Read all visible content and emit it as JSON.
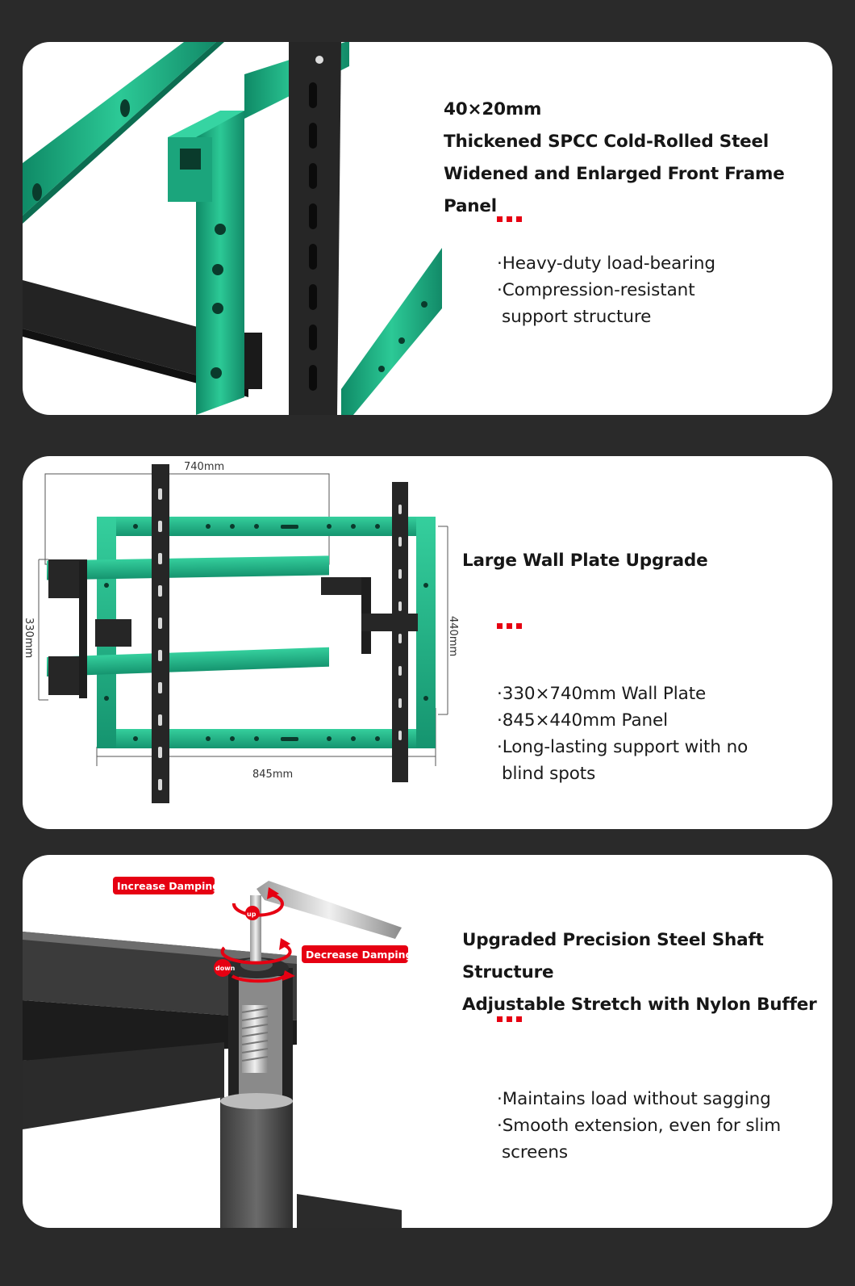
{
  "card1": {
    "heading": [
      "40×20mm",
      "Thickened SPCC Cold-Rolled Steel",
      "Widened and Enlarged Front Frame Panel"
    ],
    "bullets": [
      "·Heavy-duty load-bearing",
      "·Compression-resistant",
      "support structure"
    ]
  },
  "card2": {
    "heading": [
      "Large Wall Plate Upgrade"
    ],
    "dims": {
      "top": "740mm",
      "bottom": "845mm",
      "left": "330mm",
      "right": "440mm"
    },
    "bullets": [
      "·330×740mm Wall Plate",
      "·845×440mm Panel",
      "·Long-lasting support with no",
      "blind spots"
    ]
  },
  "card3": {
    "heading": [
      "Upgraded Precision Steel Shaft Structure",
      "Adjustable Stretch with Nylon Buffer"
    ],
    "callouts": {
      "increase": "Increase Damping",
      "decrease": "Decrease Damping",
      "up": "up",
      "down": "down"
    },
    "bullets": [
      "·Maintains load without sagging",
      "·Smooth extension, even for slim",
      "screens"
    ]
  },
  "colors": {
    "background": "#2a2a2a",
    "card": "#ffffff",
    "accent_green": "#1fae84",
    "steel_black": "#262626",
    "dots_red": "#e60012"
  }
}
